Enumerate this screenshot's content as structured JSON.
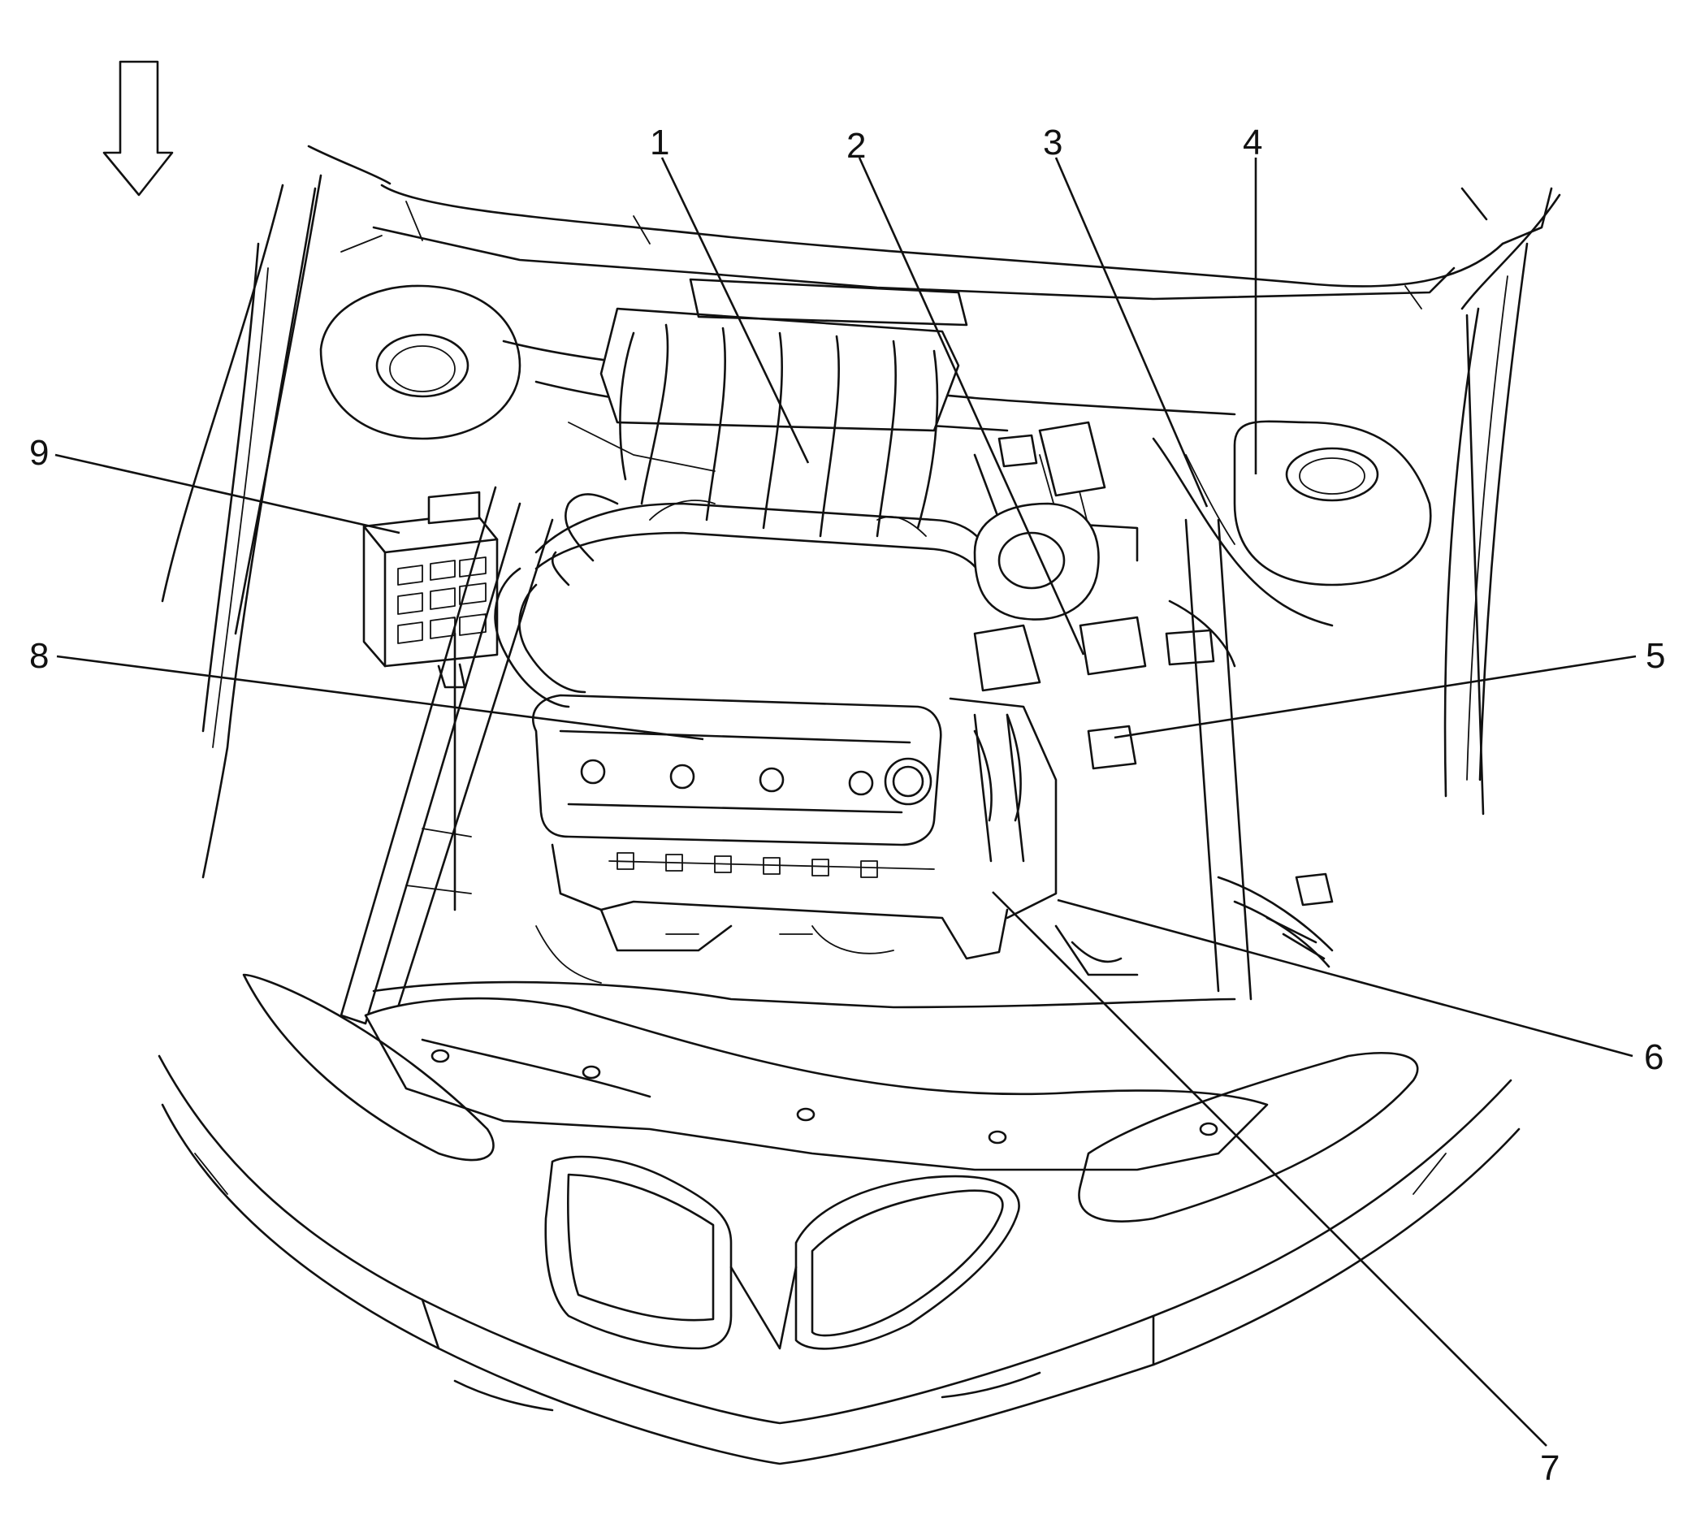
{
  "diagram": {
    "view_direction_icon": "down-arrow-icon",
    "callouts": [
      {
        "id": "callout-1",
        "label": "1"
      },
      {
        "id": "callout-2",
        "label": "2"
      },
      {
        "id": "callout-3",
        "label": "3"
      },
      {
        "id": "callout-4",
        "label": "4"
      },
      {
        "id": "callout-5",
        "label": "5"
      },
      {
        "id": "callout-6",
        "label": "6"
      },
      {
        "id": "callout-7",
        "label": "7"
      },
      {
        "id": "callout-8",
        "label": "8"
      },
      {
        "id": "callout-9",
        "label": "9"
      }
    ]
  }
}
